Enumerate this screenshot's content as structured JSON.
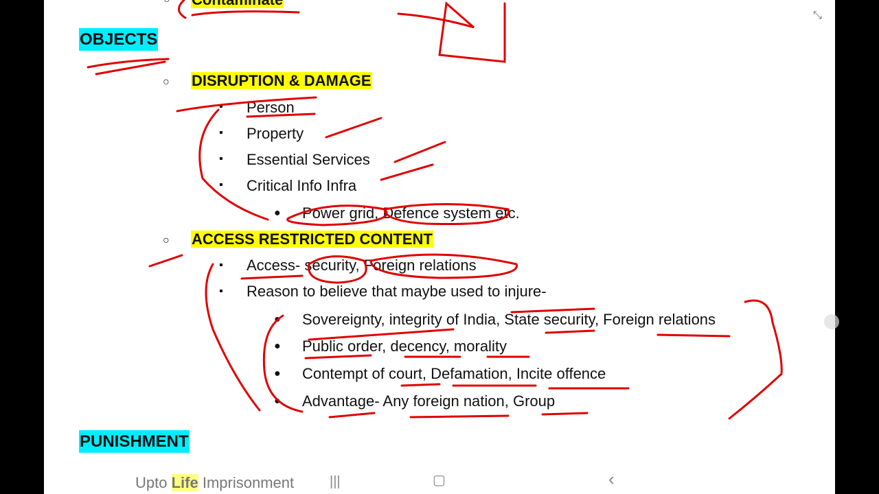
{
  "top_item": "Contaminate",
  "objects_heading": "OBJECTS",
  "sections": [
    {
      "title": "DISRUPTION & DAMAGE",
      "items": [
        "Person",
        "Property",
        "Essential Services",
        "Critical Info Infra"
      ],
      "subitems": [
        "Power grid, Defence system etc."
      ]
    },
    {
      "title": "ACCESS RESTRICTED CONTENT",
      "items": [
        "Access- security, Foreign relations",
        "Reason to believe that maybe used to injure-"
      ],
      "subitems": [
        "Sovereignty, integrity of India, State security, Foreign relations",
        "Public order, decency, morality",
        "Contempt of court, Defamation, Incite offence",
        "Advantage- Any foreign nation, Group"
      ]
    }
  ],
  "punishment_heading": "PUNISHMENT",
  "punishment": {
    "pre": "Upto ",
    "highlight": "Life",
    "post": " Imprisonment"
  },
  "nav": {
    "recents": "|||",
    "home": "▢",
    "back": "‹"
  },
  "colors": {
    "ink": "#e00000",
    "highlight": "#ffff00",
    "heading_bg": "#00eeff"
  }
}
